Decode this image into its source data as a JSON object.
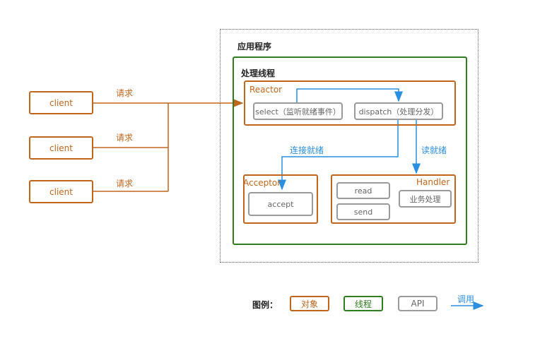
{
  "app": {
    "title": "应用程序",
    "thread_title": "处理线程",
    "reactor": {
      "title": "Reactor",
      "select": "select（监听就绪事件）",
      "dispatch": "dispatch（处理分发）"
    },
    "acceptor": {
      "title": "Acceptor",
      "accept": "accept"
    },
    "handler": {
      "title": "Handler",
      "read": "read",
      "send": "send",
      "process": "业务处理"
    },
    "arrows": {
      "connect_ready": "连接就绪",
      "read_ready": "读就绪"
    }
  },
  "clients": [
    {
      "label": "client",
      "request": "请求"
    },
    {
      "label": "client",
      "request": "请求"
    },
    {
      "label": "client",
      "request": "请求"
    }
  ],
  "legend": {
    "title": "图例：",
    "object": "对象",
    "thread": "线程",
    "api": "API",
    "call": "调用"
  },
  "colors": {
    "object": "#c0661c",
    "thread": "#2e7d1e",
    "api": "#9a9a9a",
    "call": "#2a8fe0"
  }
}
